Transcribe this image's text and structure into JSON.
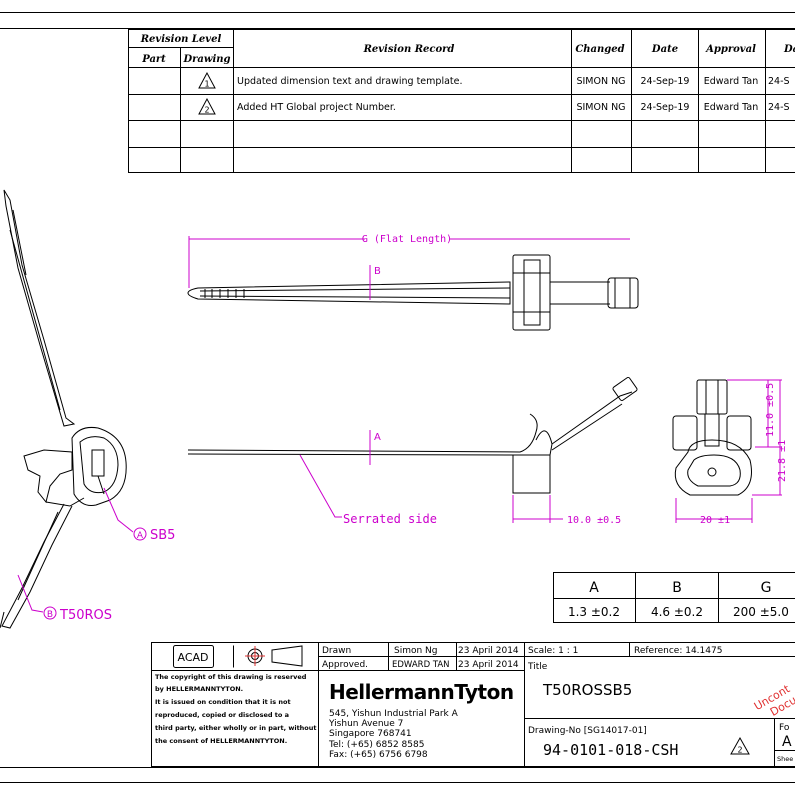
{
  "revision_table": {
    "level_header": "Revision Level",
    "part_header": "Part",
    "drawing_header": "Drawing",
    "record_header": "Revision Record",
    "changed_header": "Changed",
    "date_header": "Date",
    "approval_header": "Approval",
    "date2_header": "Da",
    "rows": [
      {
        "symbol": "1",
        "record": "Updated dimension text and drawing template.",
        "changed": "SIMON NG",
        "date": "24-Sep-19",
        "approval": "Edward Tan",
        "date2": "24-S"
      },
      {
        "symbol": "2",
        "record": "Added HT Global project Number.",
        "changed": "SIMON NG",
        "date": "24-Sep-19",
        "approval": "Edward Tan",
        "date2": "24-S"
      }
    ]
  },
  "iso_view": {
    "label_a": "SB5",
    "label_b": "T50ROS",
    "tag_a": "A",
    "tag_b": "B"
  },
  "top_view": {
    "flat_length": "G (Flat Length)",
    "section_b": "B"
  },
  "side_view": {
    "section_a": "A",
    "serrated": "Serrated side",
    "dim_width": "10.0 ±0.5"
  },
  "end_view": {
    "dim_h1": "11.0 ±0.5",
    "dim_h2": "21.8 ±1",
    "dim_w": "20 ±1"
  },
  "dim_table": {
    "headers": [
      "A",
      "B",
      "G"
    ],
    "values": [
      "1.3 ±0.2",
      "4.6 ±0.2",
      "200 ±5.0"
    ]
  },
  "title_block": {
    "cad": "ACAD",
    "drawn_label": "Drawn",
    "drawn_by": "Simon Ng",
    "drawn_date": "23 April 2014",
    "approved_label": "Approved.",
    "approved_by": "EDWARD TAN",
    "approved_date": "23 April 2014",
    "scale": "Scale: 1 : 1",
    "reference": "Reference: 14.1475",
    "title_label": "Title",
    "title": "T50ROSSB5",
    "copyright": [
      "The copyright of this drawing is reserved",
      "by HELLERMANNTYTON.",
      "It is issued on condition that it is not",
      "reproduced, copied or disclosed to a",
      "third party, either wholly or in part, without",
      "the consent of HELLERMANNTYTON."
    ],
    "company": "HellermannTyton",
    "address": [
      "545, Yishun Industrial Park A",
      "Yishun Avenue 7",
      "Singapore 768741",
      "Tel: (+65) 6852 8585",
      "Fax: (+65) 6756 6798"
    ],
    "drawing_no_label": "Drawing-No [SG14017-01]",
    "drawing_no": "94-0101-018-CSH",
    "revision_symbol": "2",
    "uncontrolled_1": "Uncont",
    "uncontrolled_2": "Docu",
    "format_label": "Fo",
    "format_value": "A",
    "sheet_label": "Shee"
  },
  "colors": {
    "dimension": "#cc00cc",
    "stamp": "#e03030"
  }
}
